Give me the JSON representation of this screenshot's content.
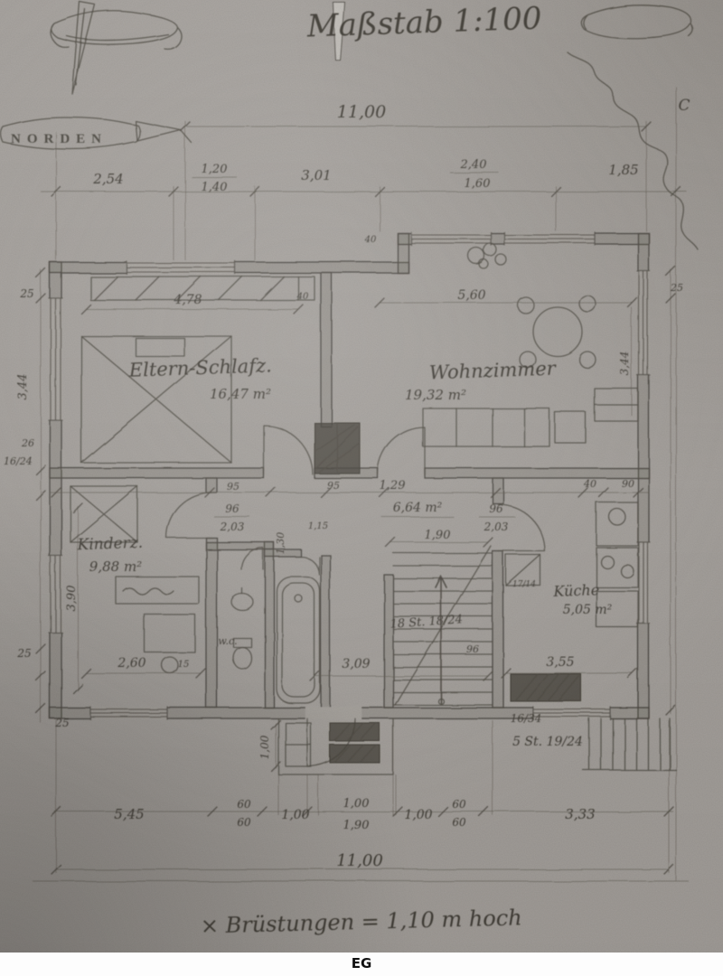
{
  "page": {
    "caption": "EG",
    "corner_letter": "C",
    "footnote": "× Brüstungen = 1,10 m hoch"
  },
  "title": {
    "text": "Maßstab 1:100"
  },
  "north": {
    "text": "NORDEN"
  },
  "rooms": {
    "parents": {
      "name": "Eltern-Schlafz.",
      "area": "16,47 m²"
    },
    "living": {
      "name": "Wohnzimmer",
      "area": "19,32 m²"
    },
    "child": {
      "name": "Kinderz.",
      "area": "9,88 m²"
    },
    "hall": {
      "area": "6,64 m²"
    },
    "kitchen": {
      "name": "Küche",
      "area": "5,05 m²"
    },
    "wc": {
      "label": "w.c."
    }
  },
  "stairs": {
    "main": "18 St. 18/24",
    "exterior": "5 St. 19/24",
    "beam": "16/34",
    "duct": "17/14"
  },
  "dims": {
    "total": "11,00",
    "t_254": "2,54",
    "t_120": "1,20",
    "t_140": "1,40",
    "t_301": "3,01",
    "t_240": "2,40",
    "t_160": "1,60",
    "t_185": "1,85",
    "wall_25": "25",
    "l_344": "3,44",
    "l_26": "26",
    "l_1624": "16/24",
    "l_390": "3,90",
    "bed_478": "4,78",
    "niche_40": "40",
    "liv_560": "5,60",
    "m_95": "95",
    "m_129": "1,29",
    "m_90": "90",
    "f_96": "96",
    "f_203": "2,03",
    "hall_190": "1,90",
    "bath_130": "1,30",
    "bath_115": "1,15",
    "child_260": "2,60",
    "child_15": "15",
    "hall_309": "3,09",
    "kit_355": "3,55",
    "porch_100": "1,00",
    "b_545": "5,45",
    "b_60": "60",
    "b_100": "1,00",
    "b_190": "1,90",
    "b_333": "3,33"
  }
}
